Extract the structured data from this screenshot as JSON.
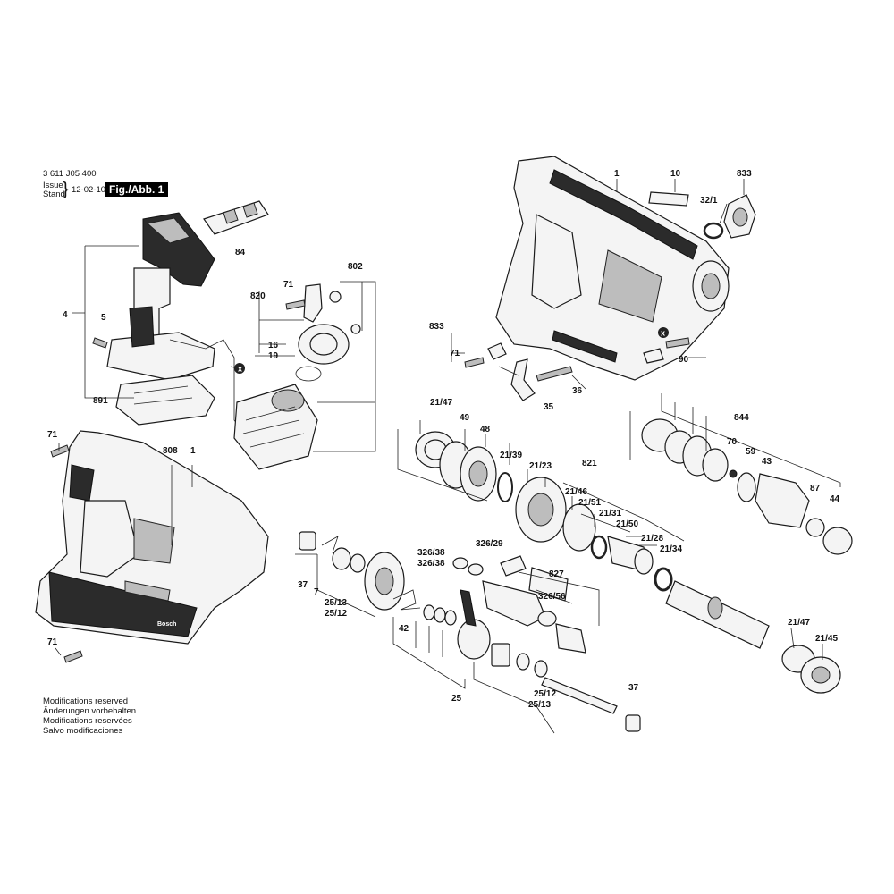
{
  "header": {
    "doc_number": "3 611 J05 400",
    "issue_label": "Issue",
    "stand_label": "Stand",
    "date": "12-02-10",
    "figure_label": "Fig./Abb. 1"
  },
  "footer_notes": [
    "Modifications reserved",
    "Änderungen vorbehalten",
    "Modifications reservées",
    "Salvo modificaciones"
  ],
  "brand_marking": "Bosch",
  "callouts": {
    "c84": "84",
    "c4": "4",
    "c5": "5",
    "c891": "891",
    "c71a": "71",
    "c820": "820",
    "c802": "802",
    "c16": "16",
    "c19": "19",
    "c71b": "71",
    "c808": "808",
    "c1a": "1",
    "c71c": "71",
    "c37a": "37",
    "c7": "7",
    "c25_13a": "25/13",
    "c25_12a": "25/12",
    "c42": "42",
    "c25": "25",
    "c326_38a": "326/38",
    "c326_38b": "326/38",
    "c326_29": "326/29",
    "c827": "827",
    "c326_56": "326/56",
    "c25_12b": "25/12",
    "c25_13b": "25/13",
    "c37b": "37",
    "c1b": "1",
    "c10": "10",
    "c833a": "833",
    "c32_1": "32/1",
    "c833b": "833",
    "c71d": "71",
    "c90": "90",
    "c36": "36",
    "c35": "35",
    "c21_47a": "21/47",
    "c49": "49",
    "c48": "48",
    "c21_39": "21/39",
    "c21_23": "21/23",
    "c821": "821",
    "c21_46": "21/46",
    "c21_51": "21/51",
    "c21_31": "21/31",
    "c21_50": "21/50",
    "c21_28": "21/28",
    "c21_34": "21/34",
    "c844": "844",
    "c70": "70",
    "c59": "59",
    "c43": "43",
    "c87": "87",
    "c44": "44",
    "c21_47b": "21/47",
    "c21_45": "21/45"
  },
  "symbols": {
    "x_marker_a": "x",
    "x_marker_b": "x"
  }
}
